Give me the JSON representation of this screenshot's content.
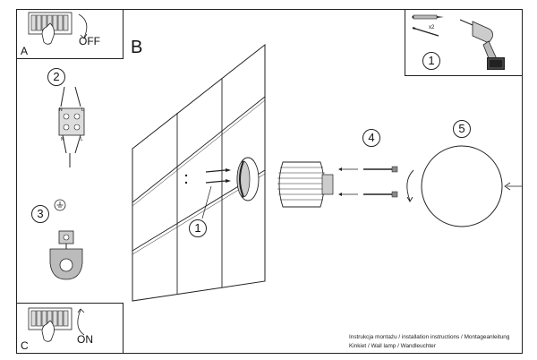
{
  "panels": {
    "a": {
      "letter": "A",
      "action": "OFF"
    },
    "c": {
      "letter": "C",
      "action": "ON"
    },
    "b": {
      "letter": "B"
    }
  },
  "steps": {
    "s1_top": "1",
    "s1_wall": "1",
    "s2": "2",
    "s3": "3",
    "s4": "4",
    "s5": "5"
  },
  "hardware_count": "x2",
  "wire_labels": {
    "n": "N",
    "l": "L"
  },
  "caption": {
    "line1": "Instrukcja montażu / installation instructions / Montageanleitung",
    "line2": "Kinkiet / Wall lamp / Wandleuchter"
  }
}
